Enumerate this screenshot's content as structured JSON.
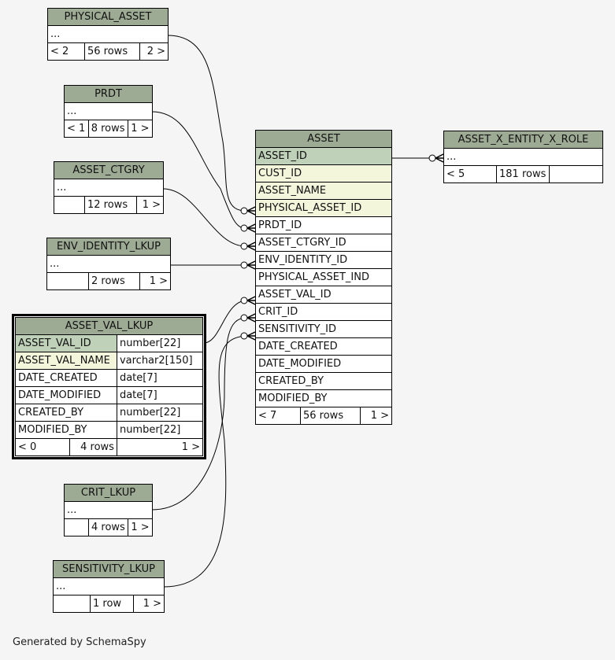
{
  "tables": {
    "physical_asset": {
      "name": "PHYSICAL_ASSET",
      "ellipsis": "...",
      "parents": "< 2",
      "rows": "56 rows",
      "children": "2 >"
    },
    "prdt": {
      "name": "PRDT",
      "ellipsis": "...",
      "parents": "< 1",
      "rows": "8 rows",
      "children": "1 >"
    },
    "asset_ctgry": {
      "name": "ASSET_CTGRY",
      "ellipsis": "...",
      "parents": "",
      "rows": "12 rows",
      "children": "1 >"
    },
    "env_identity_lkup": {
      "name": "ENV_IDENTITY_LKUP",
      "ellipsis": "...",
      "parents": "",
      "rows": "2 rows",
      "children": "1 >"
    },
    "asset_val_lkup": {
      "name": "ASSET_VAL_LKUP",
      "columns": [
        {
          "name": "ASSET_VAL_ID",
          "type": "number[22]",
          "kind": "pk"
        },
        {
          "name": "ASSET_VAL_NAME",
          "type": "varchar2[150]",
          "kind": "idx"
        },
        {
          "name": "DATE_CREATED",
          "type": "date[7]",
          "kind": ""
        },
        {
          "name": "DATE_MODIFIED",
          "type": "date[7]",
          "kind": ""
        },
        {
          "name": "CREATED_BY",
          "type": "number[22]",
          "kind": ""
        },
        {
          "name": "MODIFIED_BY",
          "type": "number[22]",
          "kind": ""
        }
      ],
      "parents": "< 0",
      "rows": "4 rows",
      "children": "1 >"
    },
    "crit_lkup": {
      "name": "CRIT_LKUP",
      "ellipsis": "...",
      "parents": "",
      "rows": "4 rows",
      "children": "1 >"
    },
    "sensitivity_lkup": {
      "name": "SENSITIVITY_LKUP",
      "ellipsis": "...",
      "parents": "",
      "rows": "1 row",
      "children": "1 >"
    },
    "asset": {
      "name": "ASSET",
      "columns": [
        {
          "name": "ASSET_ID",
          "kind": "pk"
        },
        {
          "name": "CUST_ID",
          "kind": "idx"
        },
        {
          "name": "ASSET_NAME",
          "kind": "idx"
        },
        {
          "name": "PHYSICAL_ASSET_ID",
          "kind": "idx"
        },
        {
          "name": "PRDT_ID",
          "kind": ""
        },
        {
          "name": "ASSET_CTGRY_ID",
          "kind": ""
        },
        {
          "name": "ENV_IDENTITY_ID",
          "kind": ""
        },
        {
          "name": "PHYSICAL_ASSET_IND",
          "kind": ""
        },
        {
          "name": "ASSET_VAL_ID",
          "kind": ""
        },
        {
          "name": "CRIT_ID",
          "kind": ""
        },
        {
          "name": "SENSITIVITY_ID",
          "kind": ""
        },
        {
          "name": "DATE_CREATED",
          "kind": ""
        },
        {
          "name": "DATE_MODIFIED",
          "kind": ""
        },
        {
          "name": "CREATED_BY",
          "kind": ""
        },
        {
          "name": "MODIFIED_BY",
          "kind": ""
        }
      ],
      "parents": "< 7",
      "rows": "56 rows",
      "children": "1 >"
    },
    "asset_x_entity_x_role": {
      "name": "ASSET_X_ENTITY_X_ROLE",
      "ellipsis": "...",
      "parents": "< 5",
      "rows": "181 rows",
      "children": ""
    }
  },
  "relationships": [
    {
      "from": "PHYSICAL_ASSET",
      "to": "ASSET.PHYSICAL_ASSET_ID"
    },
    {
      "from": "PRDT",
      "to": "ASSET.PRDT_ID"
    },
    {
      "from": "ASSET_CTGRY",
      "to": "ASSET.ASSET_CTGRY_ID"
    },
    {
      "from": "ENV_IDENTITY_LKUP",
      "to": "ASSET.ENV_IDENTITY_ID"
    },
    {
      "from": "ASSET_VAL_LKUP.ASSET_VAL_ID",
      "to": "ASSET.ASSET_VAL_ID"
    },
    {
      "from": "CRIT_LKUP",
      "to": "ASSET.CRIT_ID"
    },
    {
      "from": "SENSITIVITY_LKUP",
      "to": "ASSET.SENSITIVITY_ID"
    },
    {
      "from": "ASSET.ASSET_ID",
      "to": "ASSET_X_ENTITY_X_ROLE"
    }
  ],
  "footer": "Generated by SchemaSpy"
}
